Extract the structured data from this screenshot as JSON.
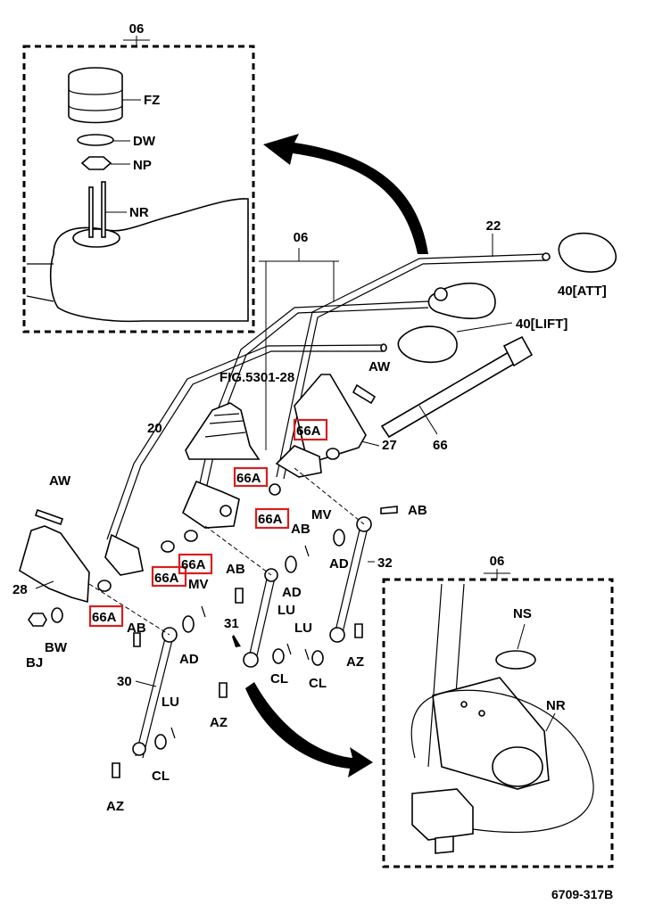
{
  "labels": {
    "inset_top_group": "06",
    "fz": "FZ",
    "dw": "DW",
    "np": "NP",
    "nr_top": "NR",
    "main_group": "06",
    "n22": "22",
    "att": "40[ATT]",
    "lift": "40[LIFT]",
    "fig_ref": "FIG.5301-28",
    "aw_top": "AW",
    "n20": "20",
    "a66_1": "66A",
    "n27": "27",
    "n66": "66",
    "a66_2": "66A",
    "a66_3": "66A",
    "aw_left": "AW",
    "mv_1": "MV",
    "ab_right": "AB",
    "a66_4": "66A",
    "a66_5": "66A",
    "ad_1": "AD",
    "n32": "32",
    "ab_mid": "AB",
    "mv_2": "MV",
    "n28": "28",
    "ad_2": "AD",
    "a66_6": "66A",
    "lu_1": "LU",
    "lu_2": "LU",
    "ab_left": "AB",
    "n31": "31",
    "bw": "BW",
    "bj": "BJ",
    "ad_3": "AD",
    "az_1": "AZ",
    "cl_1": "CL",
    "cl_2": "CL",
    "n30": "30",
    "lu_3": "LU",
    "az_2": "AZ",
    "cl_3": "CL",
    "az_3": "AZ",
    "inset_bottom_group": "06",
    "ns": "NS",
    "nr_bottom": "NR",
    "drawing_no": "6709-317B"
  },
  "colors": {
    "highlight": "#d81e1e",
    "ink": "#000000",
    "background": "#ffffff"
  }
}
